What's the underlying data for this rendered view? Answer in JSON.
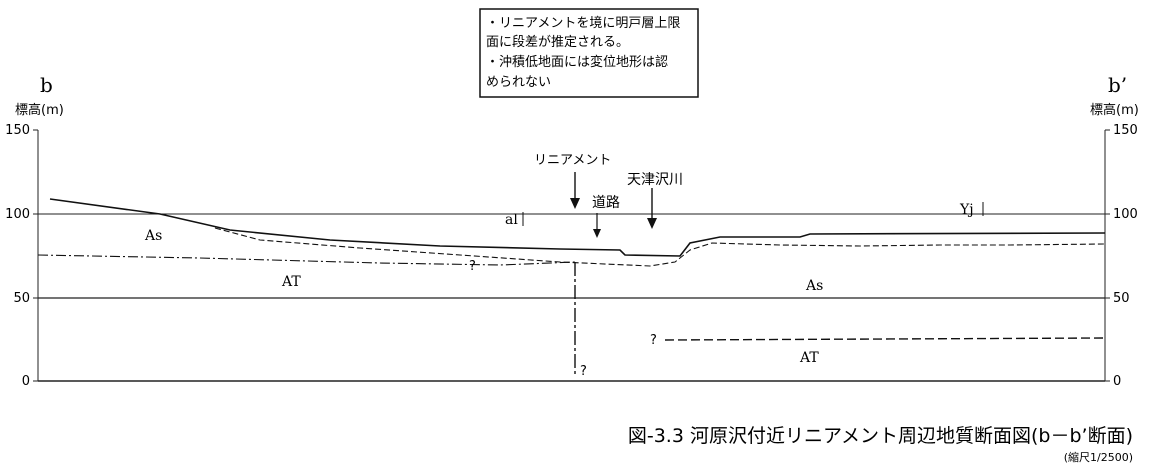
{
  "note": {
    "lines": [
      "・リニアメントを境に明戸層上限",
      "面に段差が推定される。",
      "・沖積低地面には変位地形は認",
      "められない"
    ]
  },
  "ends": {
    "left": "b",
    "right": "b’"
  },
  "axes": {
    "left_title": "標高(m)",
    "right_title": "標高(m)",
    "ticks": [
      {
        "value": 150,
        "label": "150"
      },
      {
        "value": 100,
        "label": "100"
      },
      {
        "value": 50,
        "label": "50"
      },
      {
        "value": 0,
        "label": "0"
      }
    ]
  },
  "annotations": {
    "lineament": "リニアメント",
    "road": "道路",
    "river": "天津沢川",
    "al": "al",
    "yj": "Yj",
    "q_left": "?",
    "q_right_dash": "?",
    "q_fault_bottom": "?"
  },
  "units": {
    "as_left": "As",
    "at_left": "AT",
    "as_right": "As",
    "at_right": "AT"
  },
  "caption": {
    "title": "図-3.3 河原沢付近リニアメント周辺地質断面図(b－b’断面)",
    "scale": "(縮尺1/2500)"
  }
}
